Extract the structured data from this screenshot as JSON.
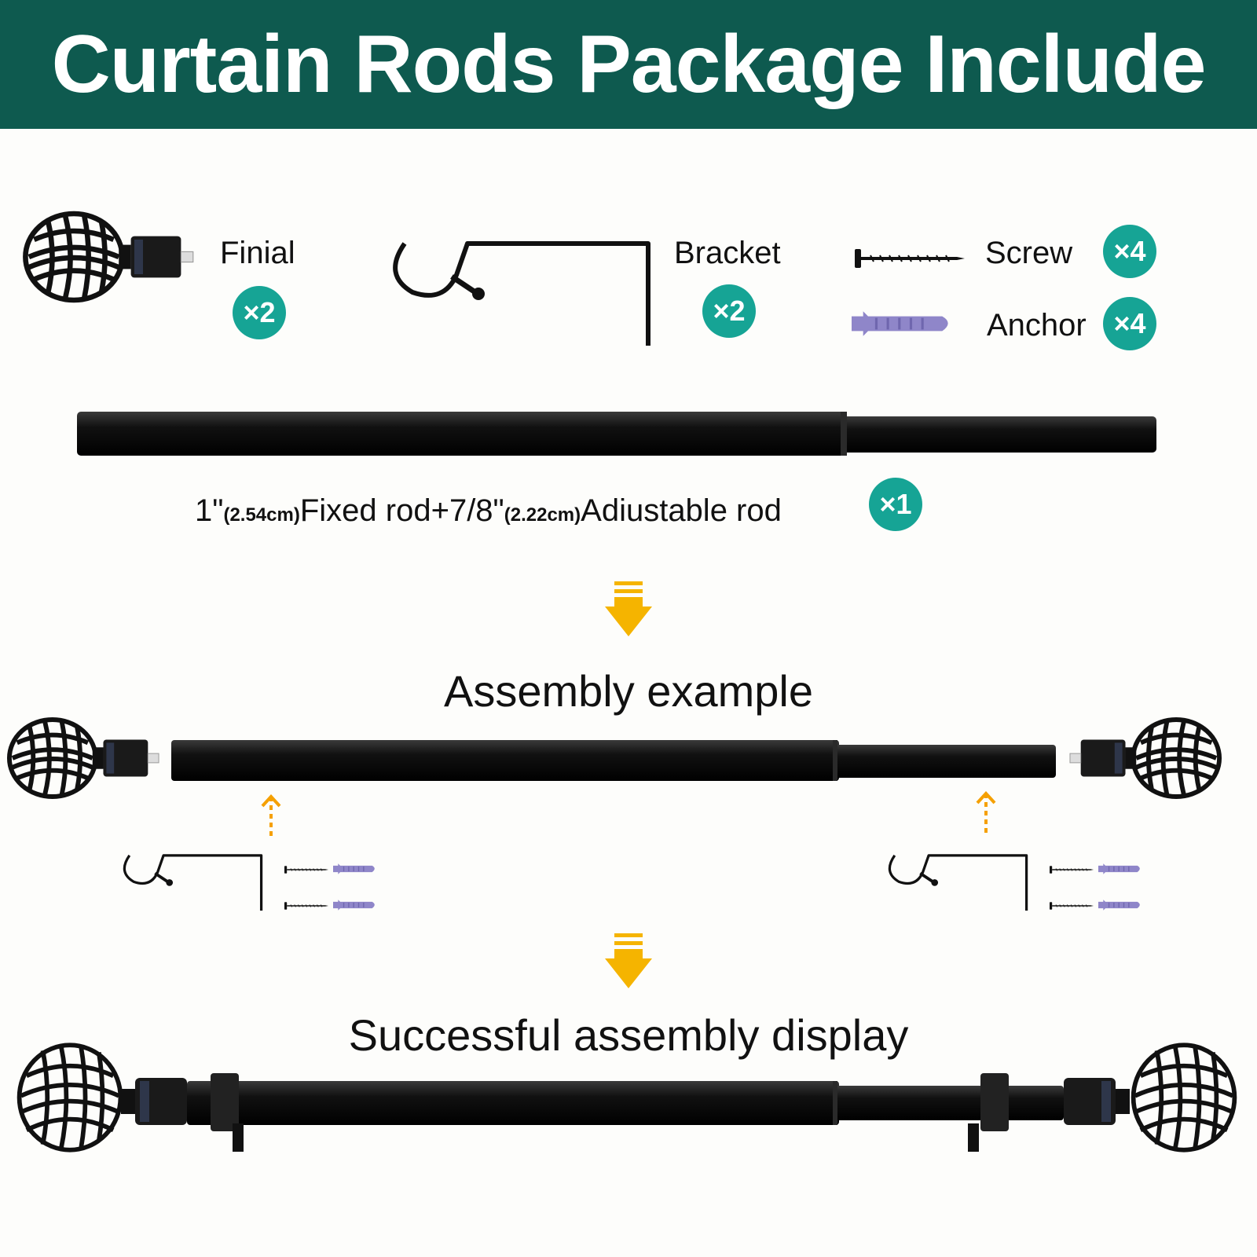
{
  "header": {
    "title": "Curtain Rods Package Include"
  },
  "items": {
    "finial": {
      "label": "Finial",
      "qty": "×2"
    },
    "bracket": {
      "label": "Bracket",
      "qty": "×2"
    },
    "screw": {
      "label": "Screw",
      "qty": "×4"
    },
    "anchor": {
      "label": "Anchor",
      "qty": "×4"
    }
  },
  "rod": {
    "fixed_size": "1\"",
    "fixed_cm": "(2.54cm)",
    "fixed_label": "Fixed rod+7/8\"",
    "adjustable_cm": "(2.22cm)",
    "adjustable_label": "Adiustable rod",
    "qty": "×1"
  },
  "sections": {
    "assembly_title": "Assembly example",
    "success_title": "Successful assembly display"
  },
  "colors": {
    "header_bg": "#0e5a4f",
    "badge": "#16a495",
    "arrow": "#f5b400",
    "anchor": "#8f86c9",
    "rod": "#111111"
  },
  "icons": [
    "finial-icon",
    "bracket-icon",
    "screw-icon",
    "anchor-icon",
    "down-arrow-icon",
    "up-arrow-icon"
  ]
}
